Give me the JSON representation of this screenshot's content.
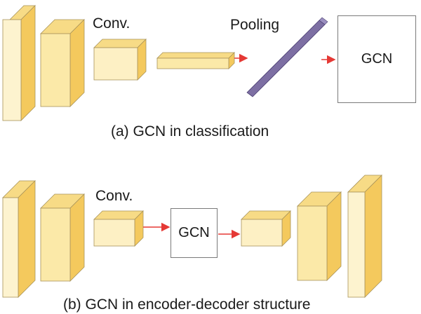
{
  "part_a": {
    "conv_label": "Conv.",
    "pooling_label": "Pooling",
    "gcn_label": "GCN",
    "caption": "(a) GCN in classification"
  },
  "part_b": {
    "conv_label": "Conv.",
    "gcn_label": "GCN",
    "caption": "(b) GCN in encoder-decoder structure"
  },
  "colors": {
    "block_front": "#fbe9a8",
    "block_front_light": "#fdf3cf",
    "block_side": "#f4c95d",
    "block_top": "#f7db86",
    "block_stroke": "#a8935a",
    "pool_bar": "#7d6fa3",
    "arrow": "#e53935",
    "gcn_border": "#7a7a7a"
  }
}
